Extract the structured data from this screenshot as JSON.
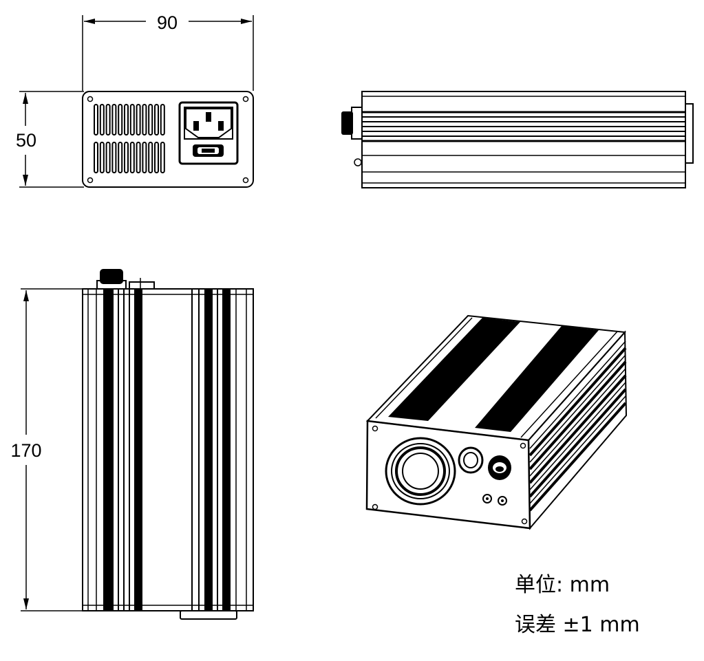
{
  "dimensions": {
    "width": "90",
    "height": "50",
    "length": "170"
  },
  "notes": {
    "unit": "单位: mm",
    "tolerance": "误差 ±1 mm"
  },
  "colors": {
    "ink": "#000000",
    "paper": "#ffffff"
  },
  "icons": {
    "power_inlet": "iec-power-inlet-icon",
    "vent": "vent-slots-icon",
    "lens": "lens-port-icon"
  }
}
